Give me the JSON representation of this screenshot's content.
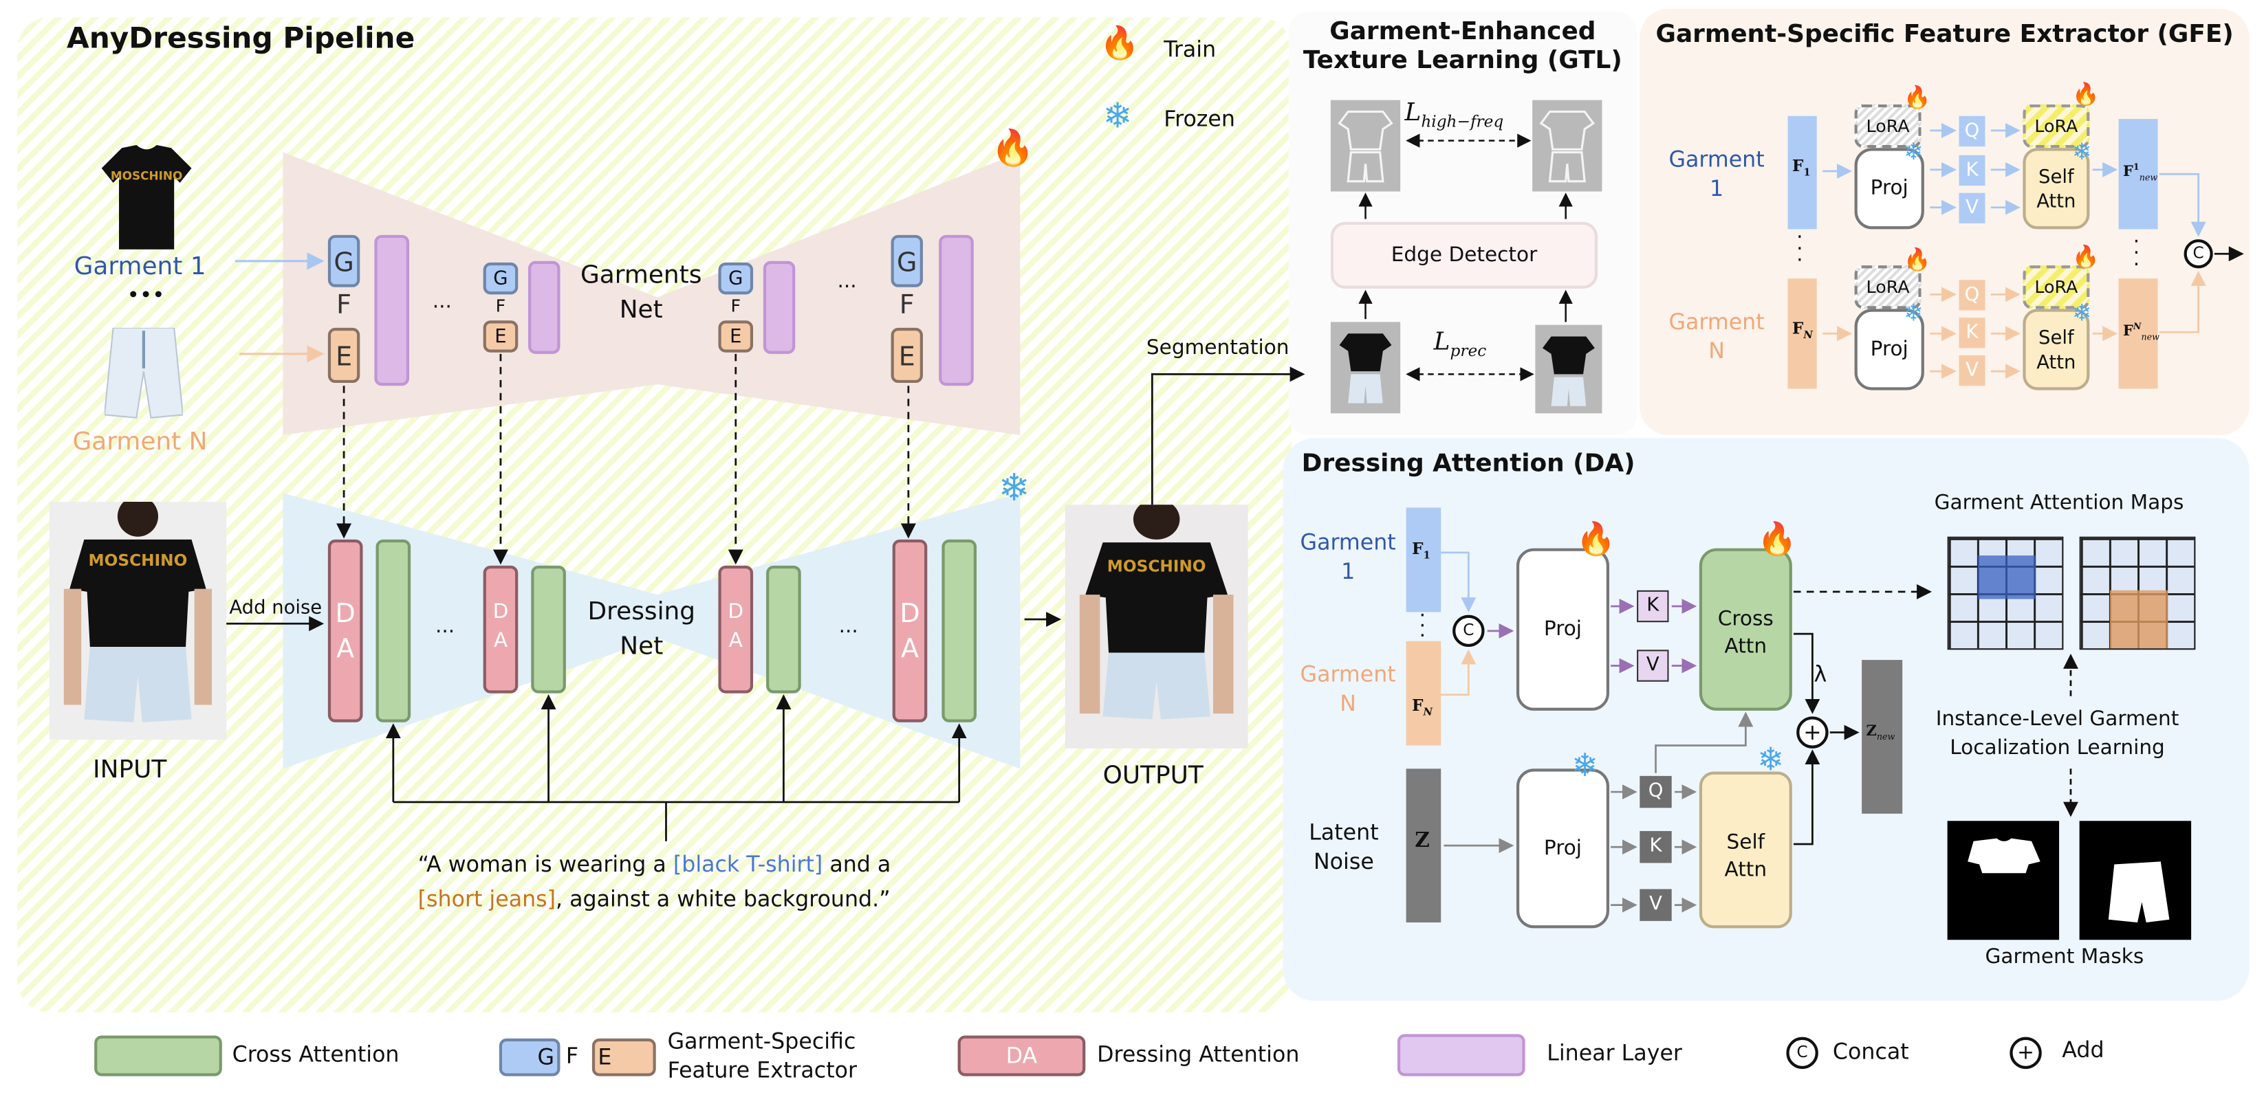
{
  "pipeline": {
    "title": "AnyDressing Pipeline",
    "legend_top": {
      "train": "Train",
      "frozen": "Frozen"
    },
    "garment_1_label": "Garment 1",
    "garment_n_label": "Garment N",
    "ellipsis": "•••",
    "garments_net_label": [
      "Garments",
      "Net"
    ],
    "dressing_net_label": [
      "Dressing",
      "Net"
    ],
    "gfe_letters": {
      "g": "G",
      "f": "F",
      "e": "E"
    },
    "da_letters": {
      "d": "D",
      "a": "A"
    },
    "dots": "...",
    "input_label": "INPUT",
    "output_label": "OUTPUT",
    "add_noise_label": "Add noise",
    "segmentation_label": "Segmentation",
    "prompt": {
      "part1": "“A woman is wearing a ",
      "garment1": "[black T-shirt]",
      "part2": " and a",
      "garment2": "[short jeans]",
      "part3": ", against a white background.”"
    },
    "image_text": "MOSCHINO"
  },
  "gtl": {
    "title_line1": "Garment-Enhanced",
    "title_line2": "Texture Learning (GTL)",
    "loss_high": {
      "base": "L",
      "sub": "high−freq"
    },
    "loss_prec": {
      "base": "L",
      "sub": "prec"
    },
    "edge_detector": "Edge Detector"
  },
  "gfe": {
    "title": "Garment-Specific Feature Extractor (GFE)",
    "garment_1": [
      "Garment",
      "1"
    ],
    "garment_n": [
      "Garment",
      "N"
    ],
    "f1": {
      "base": "F",
      "sub": "1"
    },
    "fn": {
      "base": "F",
      "sub": "N"
    },
    "lora": "LoRA",
    "proj": "Proj",
    "q": "Q",
    "k": "K",
    "v": "V",
    "self_attn": [
      "Self",
      "Attn"
    ],
    "fnew1": {
      "base": "F",
      "sup": "1",
      "sub": "new"
    },
    "fnewn": {
      "base": "F",
      "sup": "N",
      "sub": "new"
    },
    "concat": "C"
  },
  "da": {
    "title": "Dressing Attention (DA)",
    "garment_1": [
      "Garment",
      "1"
    ],
    "garment_n": [
      "Garment",
      "N"
    ],
    "f1": {
      "base": "F",
      "sub": "1"
    },
    "fn": {
      "base": "F",
      "sub": "N"
    },
    "concat": "C",
    "proj": "Proj",
    "k": "K",
    "v": "V",
    "q": "Q",
    "cross_attn": [
      "Cross",
      "Attn"
    ],
    "self_attn": [
      "Self",
      "Attn"
    ],
    "lambda": "λ",
    "add": "+",
    "latent_noise": [
      "Latent",
      "Noise"
    ],
    "z": "Z",
    "znew": {
      "base": "Z",
      "sub": "new"
    },
    "attention_maps_title": "Garment Attention Maps",
    "localization": [
      "Instance-Level Garment",
      "Localization Learning"
    ],
    "masks_title": "Garment Masks"
  },
  "legend": {
    "cross_attention": "Cross Attention",
    "gfe": [
      "Garment-Specific",
      "Feature Extractor"
    ],
    "gfe_letters": {
      "g": "G",
      "f": "F",
      "e": "E"
    },
    "da_box": "DA",
    "dressing_attention": "Dressing Attention",
    "linear_layer": "Linear Layer",
    "concat_symbol": "C",
    "concat": "Concat",
    "add_symbol": "+",
    "add": "Add"
  },
  "colors": {
    "garment_1_blue": "#2f58a8",
    "garment_n_orange": "#f0a878",
    "prompt_blue": "#4a78d0",
    "prompt_orange": "#c8731e",
    "flame": "#ef6a4d",
    "snow": "#4aa8ea"
  }
}
